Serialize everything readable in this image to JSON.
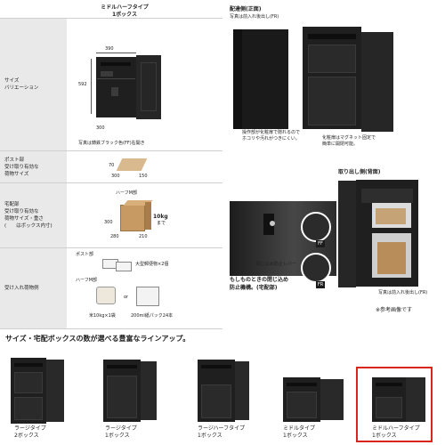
{
  "spec": {
    "header_title_line1": "ミドルハーフタイプ",
    "header_title_line2": "1ボックス",
    "rows": [
      {
        "label_lines": [
          "サイズ",
          "バリエーション"
        ]
      },
      {
        "label_lines": [
          "ポスト部",
          "受け取り有効な",
          "荷物サイズ"
        ]
      },
      {
        "label_lines": [
          "宅配部",
          "受け取り有効な",
          "荷物サイズ・重さ",
          "(　　はボックス内寸)"
        ]
      },
      {
        "label_lines": [
          "受け入れ荷物例"
        ]
      }
    ],
    "dim_width": "390",
    "dim_height": "592",
    "dim_depth": "300",
    "color_note": "写真は鋳鉄ブラック色(FF)右開き",
    "post_dims": {
      "a": "70",
      "b": "300",
      "c": "150"
    },
    "harf_m_label": "ハーフM部",
    "box_dims": {
      "h": "300",
      "d": "280",
      "w": "210"
    },
    "weight": "10kg",
    "weight_unit": "まで",
    "post_part": "ポスト部",
    "large_mail": "大型郵便物×2個",
    "harf_m_part2": "ハーフM部",
    "or_text": "or",
    "rice_note": "米10kg×1袋",
    "milk_note": "200ml紙パック24本"
  },
  "right": {
    "front_title": "配達側(正面)",
    "front_sub": "写真は前入れ後出し(FR)",
    "caption_left": "操作部が化粧扉で隠れるので\nホコリや汚れがつきにくい。",
    "caption_right": "化粧扉はマグネット固定で\n簡単に開閉可能。",
    "back_title": "取り出し側(背面)",
    "lever_caption": "閉じ込め防止レバー",
    "ff_label": "FF",
    "fr_label": "FR",
    "feature_line1": "もしものときの閉じ込め",
    "feature_line2": "防止機構。(宅配部)",
    "back_sub": "写真は前入れ後出し(FR)",
    "reference": "※参考画像です"
  },
  "lineup": {
    "heading": "サイズ・宅配ボックスの数が選べる豊富なラインアップ。",
    "items": [
      {
        "line1": "ラージタイプ",
        "line2": "2ボックス"
      },
      {
        "line1": "ラージタイプ",
        "line2": "1ボックス"
      },
      {
        "line1": "ラージハーフタイプ",
        "line2": "1ボックス"
      },
      {
        "line1": "ミドルタイプ",
        "line2": "1ボックス"
      },
      {
        "line1": "ミドルハーフタイプ",
        "line2": "1ボックス"
      }
    ],
    "highlight_color": "#d9261c"
  }
}
